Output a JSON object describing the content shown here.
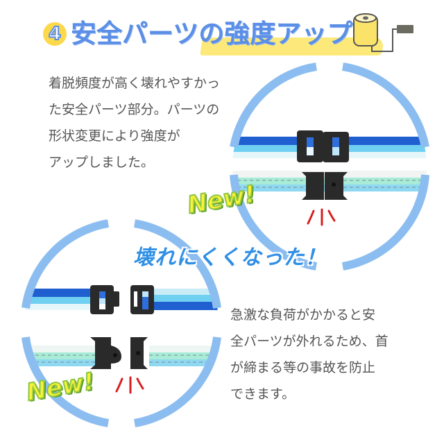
{
  "header": {
    "step_number": "4",
    "title": "安全パーツの強度アップ",
    "icon": "paint-roller-icon"
  },
  "section1": {
    "description_lines": [
      "着脱頻度が高く壊れやすかっ",
      "た安全パーツ部分。パーツの",
      "形状変更により強度が",
      "アップしました。"
    ],
    "badge": "New!",
    "photo_alt": "safety buckle close-up (upper: connected, lower: separated)"
  },
  "section2": {
    "caption": "壊れにくくなった！",
    "description_lines": [
      "急激な負荷がかかると安",
      "全パーツが外れるため、首",
      "が締まる等の事故を防止",
      "できます。"
    ],
    "badge": "New!",
    "photo_alt": "safety buckle pieces separated"
  },
  "colors": {
    "ring": "#8cbdf0",
    "title_blue": "#5b8ee6",
    "highlight_yellow": "#fde97a",
    "badge_yellow": "#f8f23a",
    "badge_green": "#8dc63f",
    "caption_blue": "#2f8fe6",
    "strap_dark_blue": "#1f5fd0",
    "strap_sky": "#6fd0f2",
    "strap_mint": "#a8ecd8",
    "strain_red": "#d81e1e"
  }
}
